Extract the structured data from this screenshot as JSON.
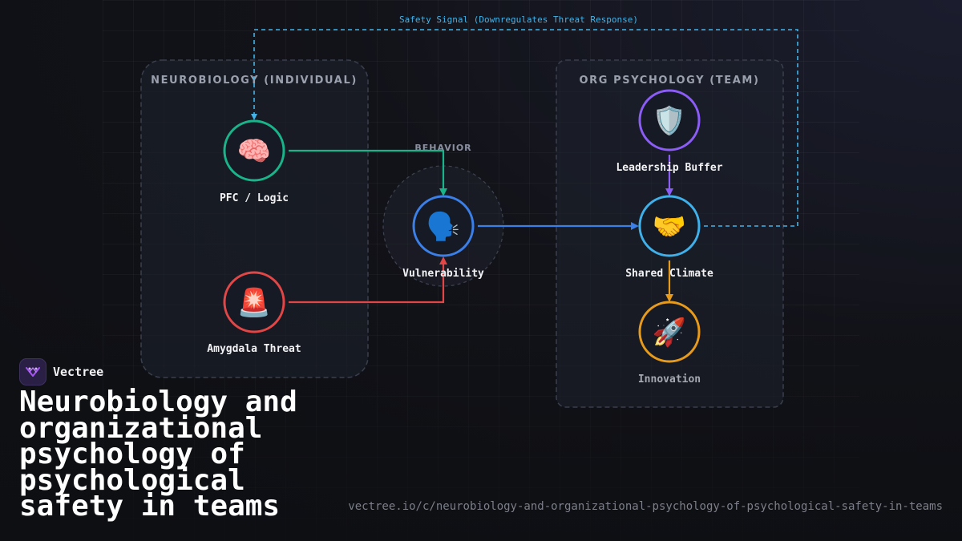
{
  "diagram": {
    "signal_label": "Safety Signal (Downregulates Threat Response)",
    "behavior_label": "BEHAVIOR",
    "groups": {
      "individual": "NEUROBIOLOGY (INDIVIDUAL)",
      "team": "ORG PSYCHOLOGY (TEAM)"
    },
    "nodes": {
      "pfc": {
        "label": "PFC / Logic",
        "icon": "brain-icon",
        "glyph": "🧠",
        "color": "#19b48a"
      },
      "amygdala": {
        "label": "Amygdala Threat",
        "icon": "siren-icon",
        "glyph": "🚨",
        "color": "#e24646"
      },
      "vulnerability": {
        "label": "Vulnerability",
        "icon": "speaking-head-icon",
        "glyph": "🗣️",
        "color": "#3b7fe8"
      },
      "leadership": {
        "label": "Leadership Buffer",
        "icon": "shield-icon",
        "glyph": "🛡️",
        "color": "#8b5cf6"
      },
      "climate": {
        "label": "Shared Climate",
        "icon": "handshake-icon",
        "glyph": "🤝",
        "color": "#3fb0ea"
      },
      "innovation": {
        "label": "Innovation",
        "icon": "rocket-icon",
        "glyph": "🚀",
        "color": "#e89b1a"
      }
    }
  },
  "brand": {
    "name": "Vectree",
    "logo_color": "#a855f7"
  },
  "title": "Neurobiology and organizational psychology of psychological safety in teams",
  "url": "vectree.io/c/neurobiology-and-organizational-psychology-of-psychological-safety-in-teams"
}
